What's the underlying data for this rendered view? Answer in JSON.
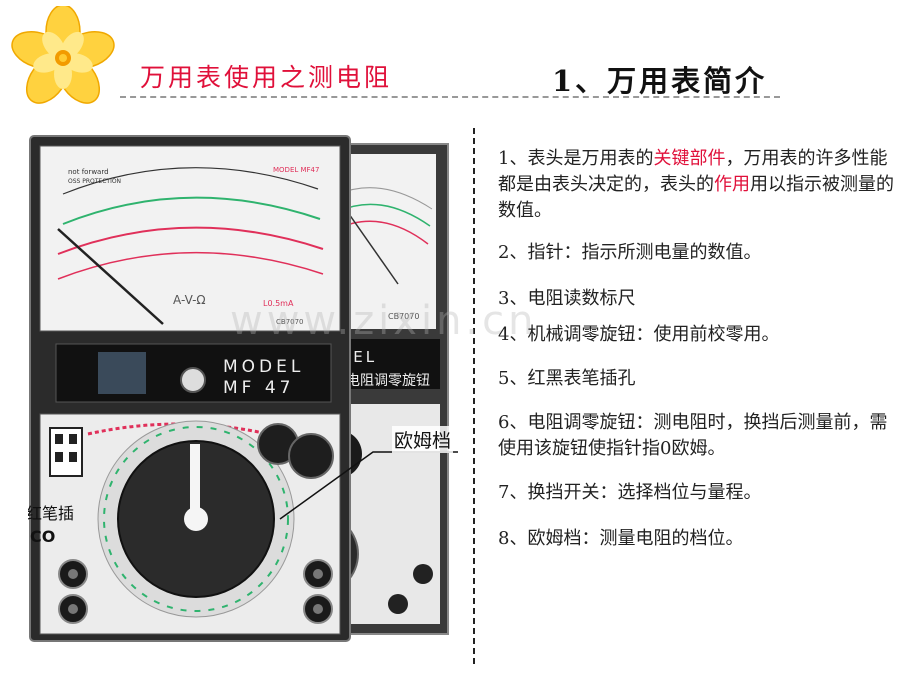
{
  "header": {
    "title_left": "万用表使用之测电阻",
    "title_right": "1、万用表简介"
  },
  "meter": {
    "brand_line1": "MODEL",
    "brand_line2": "MF 47",
    "back_model": "MODEL",
    "back_label": "电阻调零旋钮",
    "left_label_line1": "红笔插",
    "left_label_line2": "CO",
    "callout": "欧姆档",
    "dial_small_top": "not forward",
    "dial_small_top2": "OSS PROTECTION",
    "dial_model_tag": "MODEL MF47",
    "dial_code": "CB7070",
    "dial_formula": "A-V-Ω",
    "dial_scale_label": "L0.5mA",
    "back_code": "CB7070"
  },
  "watermark": "www.zixin.cn",
  "items": [
    {
      "segments": [
        {
          "text": "1、表头是万用表的",
          "hl": false
        },
        {
          "text": "关键部件",
          "hl": true
        },
        {
          "text": "，万用表的许多性能都是由表头决定的，表头的",
          "hl": false
        },
        {
          "text": "作用",
          "hl": true
        },
        {
          "text": "用以指示被测量的数值。",
          "hl": false
        }
      ]
    },
    {
      "segments": [
        {
          "text": "2、指针：指示所测电量的数值。",
          "hl": false
        }
      ]
    },
    {
      "segments": [
        {
          "text": "3、电阻读数标尺",
          "hl": false
        }
      ]
    },
    {
      "segments": [
        {
          "text": "4、机械调零旋钮：使用前校零用。",
          "hl": false
        }
      ]
    },
    {
      "segments": [
        {
          "text": "5、红黑表笔插孔",
          "hl": false
        }
      ]
    },
    {
      "segments": [
        {
          "text": "6、电阻调零旋钮：测电阻时，换挡后测量前，需使用该旋钮使指针指0欧姆。",
          "hl": false
        }
      ]
    },
    {
      "segments": [
        {
          "text": "7、换挡开关：选择档位与量程。",
          "hl": false
        }
      ]
    },
    {
      "segments": [
        {
          "text": "8、欧姆档：测量电阻的档位。",
          "hl": false
        }
      ]
    }
  ],
  "colors": {
    "accent": "#e0103a",
    "meter_body": "#2b2b2b",
    "dial_face": "#f2f2f2",
    "scale_green": "#2fb36e",
    "scale_red": "#e0305a"
  }
}
